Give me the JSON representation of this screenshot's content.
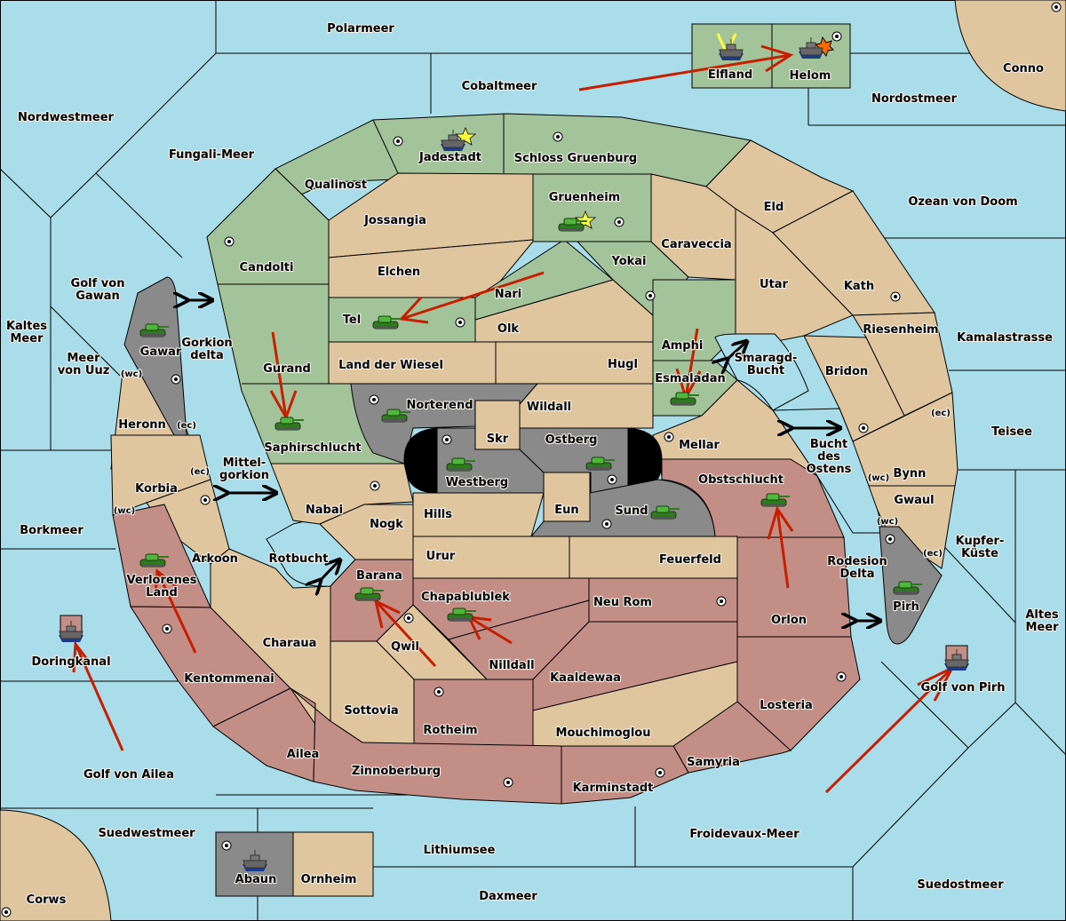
{
  "game": "Diplomacy-style territory map",
  "colors": {
    "sea": "#a9dde9",
    "neutral_land": "#e0c69f",
    "green_power": "#a3c49a",
    "red_power": "#c38e86",
    "gray_power": "#8a8a8a",
    "order_arrow": "#c81e00",
    "support_marker": "#ffff40",
    "supply_center": "#ffffff"
  },
  "seas": [
    {
      "name": "Polarmeer"
    },
    {
      "name": "Cobaltmeer"
    },
    {
      "name": "Nordwestmeer"
    },
    {
      "name": "Fungali-Meer"
    },
    {
      "name": "Nordostmeer"
    },
    {
      "name": "Ozean von Doom"
    },
    {
      "name": "Golf von Gawan"
    },
    {
      "name": "Kaltes Meer"
    },
    {
      "name": "Meer von Uuz"
    },
    {
      "name": "Gorkion delta"
    },
    {
      "name": "Mittel-gorkion"
    },
    {
      "name": "Borkmeer"
    },
    {
      "name": "Rotbucht"
    },
    {
      "name": "Doringkanal"
    },
    {
      "name": "Golf von Ailea"
    },
    {
      "name": "Suedwestmeer"
    },
    {
      "name": "Lithiumsee"
    },
    {
      "name": "Daxmeer"
    },
    {
      "name": "Froidevaux-Meer"
    },
    {
      "name": "Suedostmeer"
    },
    {
      "name": "Golf von Pirh"
    },
    {
      "name": "Altes Meer"
    },
    {
      "name": "Kupfer-Küste"
    },
    {
      "name": "Rodesion Delta"
    },
    {
      "name": "Teisee"
    },
    {
      "name": "Kamalastrasse"
    },
    {
      "name": "Bucht des Ostens"
    },
    {
      "name": "Smaragd-Bucht"
    }
  ],
  "territories": {
    "green": [
      "Elfland",
      "Helom",
      "Jadestadt",
      "Schloss Gruenburg",
      "Qualinost",
      "Gruenheim",
      "Candolti",
      "Nari",
      "Yokai",
      "Tel",
      "Gurand",
      "Saphirschlucht",
      "Amphi",
      "Esmaladan"
    ],
    "red": [
      "Verlorenes Land",
      "Kentommenai",
      "Ailea",
      "Zinnoberburg",
      "Barana",
      "Chapablublek",
      "Nilldall",
      "Neu Rom",
      "Kaaldewaa",
      "Rotheim",
      "Karminstadt",
      "Samyria",
      "Losteria",
      "Orlon",
      "Obstschlucht"
    ],
    "gray": [
      "Gawar",
      "Norterend",
      "Westberg",
      "Ostberg",
      "Sund",
      "Pirh",
      "Abaun"
    ],
    "neutral": [
      "Conno",
      "Corws",
      "Ornheim",
      "Jossangia",
      "Elchen",
      "Olk",
      "Land der Wiesel",
      "Hugl",
      "Wildall",
      "Skr",
      "Eun",
      "Caraveccia",
      "Eld",
      "Utar",
      "Kath",
      "Riesenheim",
      "Bridon",
      "Bynn",
      "Gwaul",
      "Mellar",
      "Heronn",
      "Korbia",
      "Arkoon",
      "Charaua",
      "Nabai",
      "Nogk",
      "Hills",
      "Urur",
      "Feuerfeld",
      "Qwil",
      "Sottovia",
      "Mouchimoglou"
    ]
  },
  "coast_markers": [
    "(wc)",
    "(ec)"
  ],
  "units": [
    {
      "type": "fleet",
      "power": "green",
      "at": "Elfland",
      "marker": "support"
    },
    {
      "type": "fleet",
      "power": "green",
      "at": "Helom",
      "marker": "dislodged"
    },
    {
      "type": "fleet",
      "power": "green",
      "at": "Jadestadt",
      "marker": "star"
    },
    {
      "type": "army",
      "power": "green",
      "at": "Gruenheim",
      "marker": "star"
    },
    {
      "type": "army",
      "power": "green",
      "at": "Tel"
    },
    {
      "type": "army",
      "power": "green",
      "at": "Saphirschlucht"
    },
    {
      "type": "army",
      "power": "green",
      "at": "Esmaladan"
    },
    {
      "type": "army",
      "power": "green",
      "at": "Gawar"
    },
    {
      "type": "army",
      "power": "green",
      "at": "Norterend"
    },
    {
      "type": "army",
      "power": "green",
      "at": "Westberg"
    },
    {
      "type": "army",
      "power": "green",
      "at": "Ostberg"
    },
    {
      "type": "army",
      "power": "green",
      "at": "Sund"
    },
    {
      "type": "army",
      "power": "green",
      "at": "Obstschlucht"
    },
    {
      "type": "army",
      "power": "green",
      "at": "Pirh"
    },
    {
      "type": "army",
      "power": "green",
      "at": "Verlorenes Land"
    },
    {
      "type": "army",
      "power": "green",
      "at": "Barana"
    },
    {
      "type": "army",
      "power": "green",
      "at": "Chapablublek"
    },
    {
      "type": "fleet",
      "power": "red",
      "at": "Doringkanal"
    },
    {
      "type": "fleet",
      "power": "red",
      "at": "Golf von Pirh"
    },
    {
      "type": "fleet",
      "power": "gray",
      "at": "Abaun"
    }
  ]
}
